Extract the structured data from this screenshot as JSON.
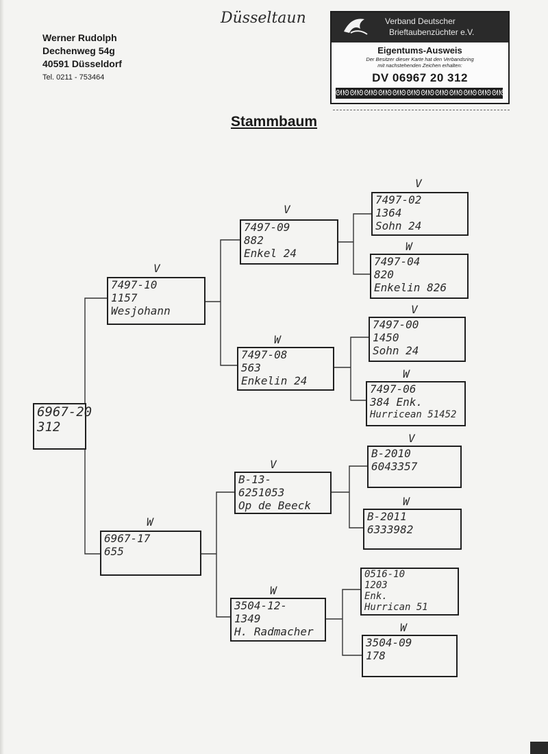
{
  "owner": {
    "name": "Werner Rudolph",
    "street": "Dechenweg 54g",
    "city": "40591 Düsseldorf",
    "phone": "Tel. 0211 - 753464"
  },
  "handwritten_note": "Düsseltaun",
  "ownership_card": {
    "org_line1": "Verband Deutscher",
    "org_line2": "Brieftaubenzüchter e.V.",
    "title": "Eigentums-Ausweis",
    "text_line1": "Der Besitzer dieser Karte hat den Verbandsring",
    "text_line2": "mit nachstehenden Zeichen erhalten:",
    "ring_number": "DV 06967 20 312",
    "pattern": "ᘛᘚᘛᘚᘛᘚᘛᘚᘛᘚᘛᘚᘛᘚᘛᘚᘛᘚᘛᘚᘛᘚᘛᘚ"
  },
  "title": "Stammbaum",
  "pedigree": {
    "root": {
      "line1": "6967-20",
      "line2": "312"
    },
    "sire": {
      "sex": "W",
      "line1": "6967-17",
      "line2": "655"
    },
    "dam": {
      "sex": "V",
      "line1": "7497-10",
      "line2": "1157",
      "line3": "Wesjohann"
    },
    "dam_sire": {
      "sex": "V",
      "line1": "7497-09",
      "line2": "882",
      "line3": "Enkel 24"
    },
    "dam_dam": {
      "sex": "W",
      "line1": "7497-08",
      "line2": "563",
      "line3": "Enkelin 24"
    },
    "dam_sire_sire": {
      "sex": "V",
      "line1": "7497-02",
      "line2": "1364",
      "line3": "Sohn 24"
    },
    "dam_sire_dam": {
      "sex": "W",
      "line1": "7497-04",
      "line2": "820",
      "line3": "Enkelin 826"
    },
    "dam_dam_sire": {
      "sex": "V",
      "line1": "7497-00",
      "line2": "1450",
      "line3": "Sohn 24"
    },
    "dam_dam_dam": {
      "sex": "W",
      "line1": "7497-06",
      "line2": "384 Enk.",
      "line3": "Hurricean 51452"
    },
    "sire_sire": {
      "sex": "V",
      "line1": "B-13-",
      "line2": "6251053",
      "line3": "Op de Beeck"
    },
    "sire_dam": {
      "sex": "W",
      "line1": "3504-12-",
      "line2": "1349",
      "line3": "H. Radmacher"
    },
    "sire_sire_sire": {
      "sex": "V",
      "line1": "B-2010",
      "line2": "6043357"
    },
    "sire_sire_dam": {
      "sex": "W",
      "line1": "B-2011",
      "line2": "6333982"
    },
    "sire_dam_sire": {
      "sex": "",
      "line1": "0516-10",
      "line2": "1203",
      "line3": "Enk.",
      "line4": "Hurrican 51"
    },
    "sire_dam_dam": {
      "sex": "W",
      "line1": "3504-09",
      "line2": "178"
    }
  }
}
